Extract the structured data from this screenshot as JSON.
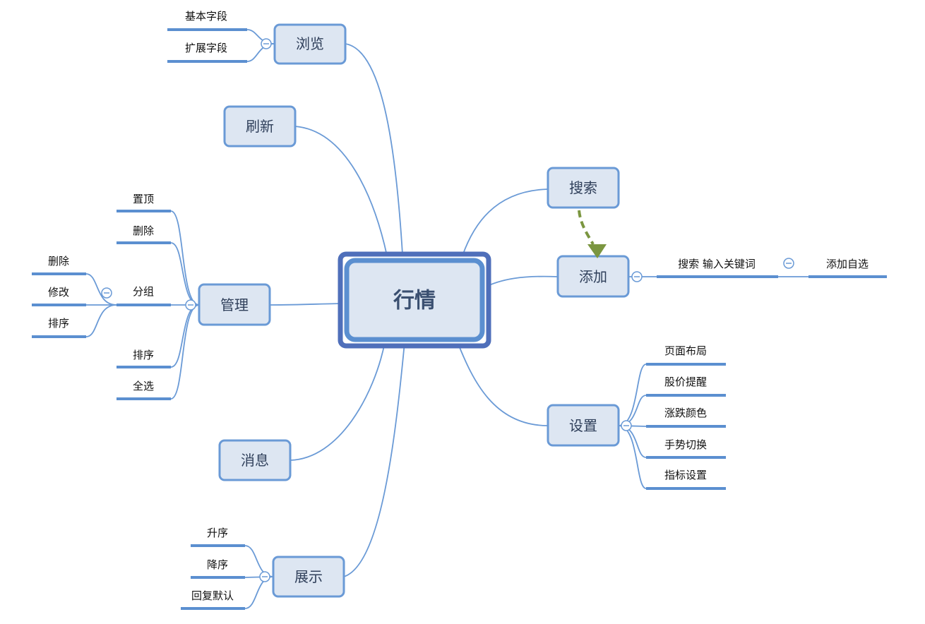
{
  "root": {
    "label": "行情"
  },
  "branches": {
    "browse": {
      "label": "浏览",
      "children": [
        "基本字段",
        "扩展字段"
      ]
    },
    "refresh": {
      "label": "刷新"
    },
    "manage": {
      "label": "管理",
      "children": [
        "置顶",
        "删除",
        "分组",
        "排序",
        "全选"
      ],
      "group_children": [
        "删除",
        "修改",
        "排序"
      ]
    },
    "message": {
      "label": "消息"
    },
    "display": {
      "label": "展示",
      "children": [
        "升序",
        "降序",
        "回复默认"
      ]
    },
    "search": {
      "label": "搜索"
    },
    "add": {
      "label": "添加",
      "children": [
        "搜索 输入关键词"
      ],
      "sub_children": [
        "添加自选"
      ]
    },
    "settings": {
      "label": "设置",
      "children": [
        "页面布局",
        "股价提醒",
        "涨跌颜色",
        "手势切换",
        "指标设置"
      ]
    }
  },
  "colors": {
    "node_fill": "#dde6f2",
    "node_stroke": "#6a9ad6",
    "root_outer": "#4f6fba",
    "arrow": "#7b9640"
  }
}
